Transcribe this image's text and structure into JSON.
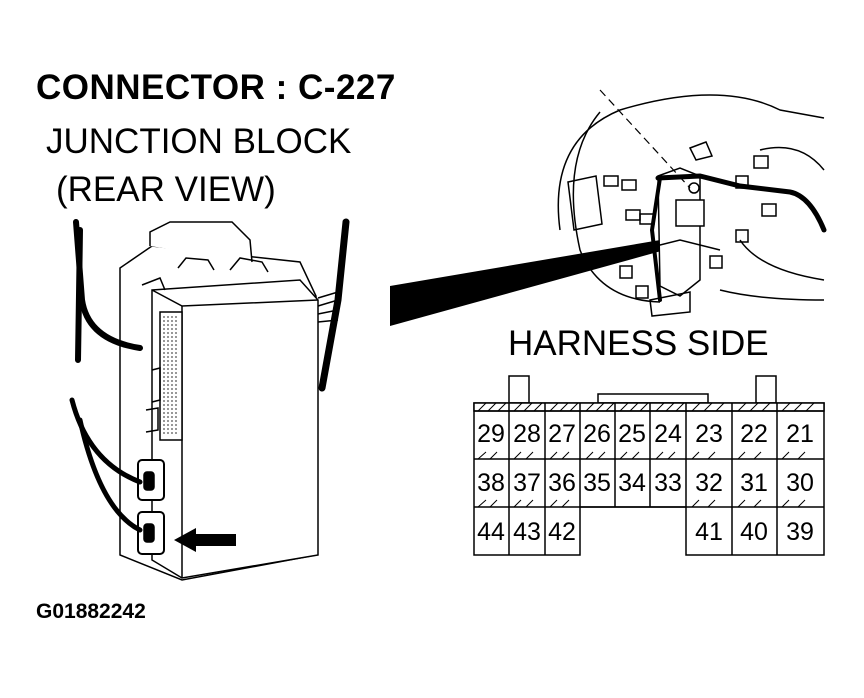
{
  "title": "CONNECTOR : C-227",
  "subtitle_line1": "JUNCTION BLOCK",
  "subtitle_line2": "(REAR VIEW)",
  "harness_label": "HARNESS SIDE",
  "figure_code": "G01882242",
  "connector_pins": {
    "row1": [
      "29",
      "28",
      "27",
      "26",
      "25",
      "24",
      "23",
      "22",
      "21"
    ],
    "row2": [
      "38",
      "37",
      "36",
      "35",
      "34",
      "33",
      "32",
      "31",
      "30"
    ],
    "row3_left": [
      "44",
      "43",
      "42"
    ],
    "row3_right": [
      "41",
      "40",
      "39"
    ]
  }
}
